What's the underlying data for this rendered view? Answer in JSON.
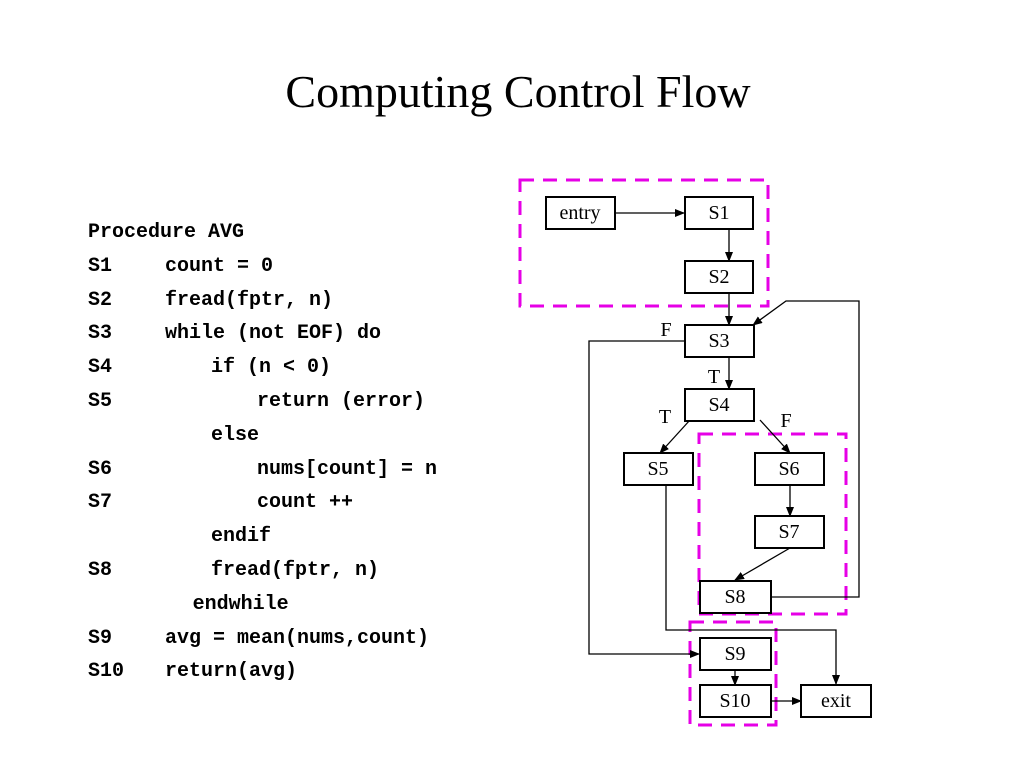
{
  "slide": {
    "title": "Computing Control Flow"
  },
  "code": {
    "lines": [
      {
        "label": "Procedure AVG",
        "text": "",
        "indent": 0
      },
      {
        "label": "S1",
        "text": "count = 0",
        "indent": 0
      },
      {
        "label": "S2",
        "text": "fread(fptr, n)",
        "indent": 0
      },
      {
        "label": "S3",
        "text": "while (not EOF) do",
        "indent": 0
      },
      {
        "label": "S4",
        "text": "if (n < 0)",
        "indent": 1
      },
      {
        "label": "S5",
        "text": "return (error)",
        "indent": 2
      },
      {
        "label": "",
        "text": "else",
        "indent": 1
      },
      {
        "label": "S6",
        "text": "nums[count] = n",
        "indent": 2
      },
      {
        "label": "S7",
        "text": "count ++",
        "indent": 2
      },
      {
        "label": "",
        "text": "endif",
        "indent": 1
      },
      {
        "label": "S8",
        "text": "fread(fptr, n)",
        "indent": 1
      },
      {
        "label": "",
        "text": "endwhile",
        "indent": 0.6
      },
      {
        "label": "S9",
        "text": "avg = mean(nums,count)",
        "indent": 0
      },
      {
        "label": "S10",
        "text": "return(avg)",
        "indent": 0
      }
    ]
  },
  "graph": {
    "nodes": {
      "entry": "entry",
      "s1": "S1",
      "s2": "S2",
      "s3": "S3",
      "s4": "S4",
      "s5": "S5",
      "s6": "S6",
      "s7": "S7",
      "s8": "S8",
      "s9": "S9",
      "s10": "S10",
      "exit": "exit"
    },
    "edge_labels": {
      "s3_false": "F",
      "s3_true": "T",
      "s4_true": "T",
      "s4_false": "F"
    },
    "regions_color": "#e600e6"
  }
}
